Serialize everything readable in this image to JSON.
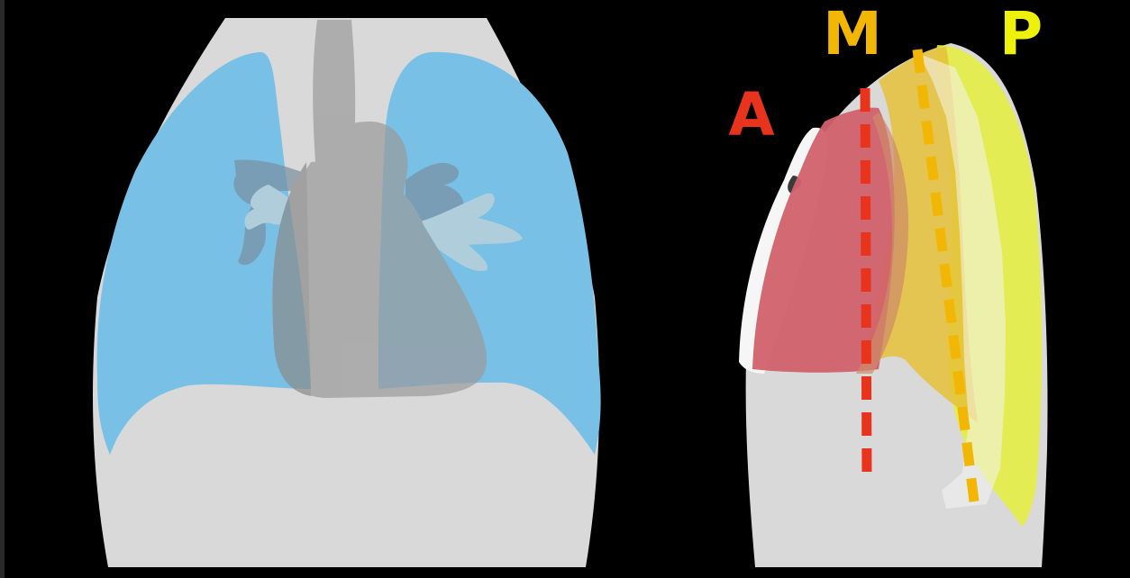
{
  "labels": {
    "anterior": "A",
    "middle": "M",
    "posterior": "P"
  },
  "colors": {
    "background": "#000000",
    "chest": "#d9d9d9",
    "lung": "#78c0e6",
    "vessel": "#9a9a9a",
    "anterior": "#e8341c",
    "middle": "#f2b705",
    "posterior": "#eef20a",
    "spine": "#f4f4f4"
  }
}
